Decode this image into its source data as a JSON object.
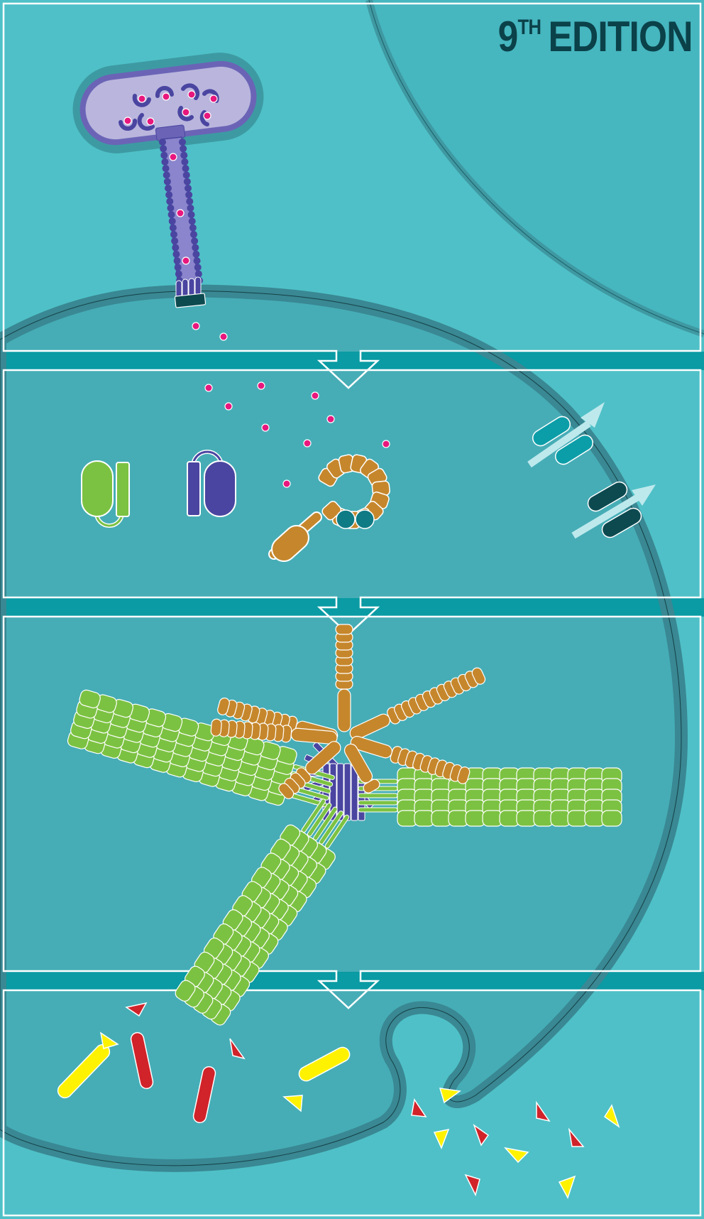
{
  "cover": {
    "edition_number": "9",
    "edition_suffix": "TH",
    "edition_word": "EDITION"
  },
  "colors": {
    "background": "#4fc0c7",
    "cell_interior": "#46adb6",
    "membrane": "#398893",
    "band": "#0a9ba4",
    "panel_border": "#ffffff",
    "dot": "#e8177d",
    "green": "#7cc242",
    "orange": "#c6872c",
    "purple": "#4a45a0",
    "lavender": "#b9b5dd",
    "red": "#d1232a",
    "yellow": "#fff200",
    "dark_teal": "#0c4a50",
    "teal": "#0c9ea8"
  },
  "icons": [
    "bacteriophage-icon",
    "receptor-pair-icon",
    "ring-protein-icon",
    "transport-arrow-icon",
    "filament-array-icon",
    "triangle-fragment-icon"
  ]
}
